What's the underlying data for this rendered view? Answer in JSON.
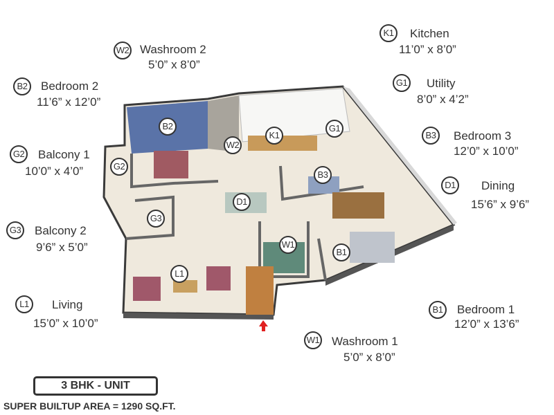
{
  "rooms": [
    {
      "code": "W2",
      "name": "Washroom 2",
      "size": "5’0” x 8’0”"
    },
    {
      "code": "B2",
      "name": "Bedroom 2",
      "size": "11’6” x 12’0”"
    },
    {
      "code": "G2",
      "name": "Balcony 1",
      "size": "10’0” x 4’0”"
    },
    {
      "code": "G3",
      "name": "Balcony 2",
      "size": "9’6” x 5’0”"
    },
    {
      "code": "L1",
      "name": "Living",
      "size": "15’0” x 10’0”"
    },
    {
      "code": "K1",
      "name": "Kitchen",
      "size": "11’0” x 8’0”"
    },
    {
      "code": "G1",
      "name": "Utility",
      "size": "8’0” x 4’2”"
    },
    {
      "code": "B3",
      "name": "Bedroom 3",
      "size": "12’0” x 10’0”"
    },
    {
      "code": "D1",
      "name": "Dining",
      "size": "15’6” x 9’6”"
    },
    {
      "code": "B1",
      "name": "Bedroom 1",
      "size": "12’0” x 13’6”"
    },
    {
      "code": "W1",
      "name": "Washroom 1",
      "size": "5’0” x 8’0”"
    }
  ],
  "unit_label": "3 BHK - UNIT",
  "area_label": "SUPER BUILTUP AREA = 1290 SQ.FT.",
  "colors": {
    "text": "#333333",
    "accent_wall": "#5a73a8",
    "floor": "#efe9dd",
    "wall": "#4a4a4a",
    "entrance_arrow": "#e02020"
  }
}
